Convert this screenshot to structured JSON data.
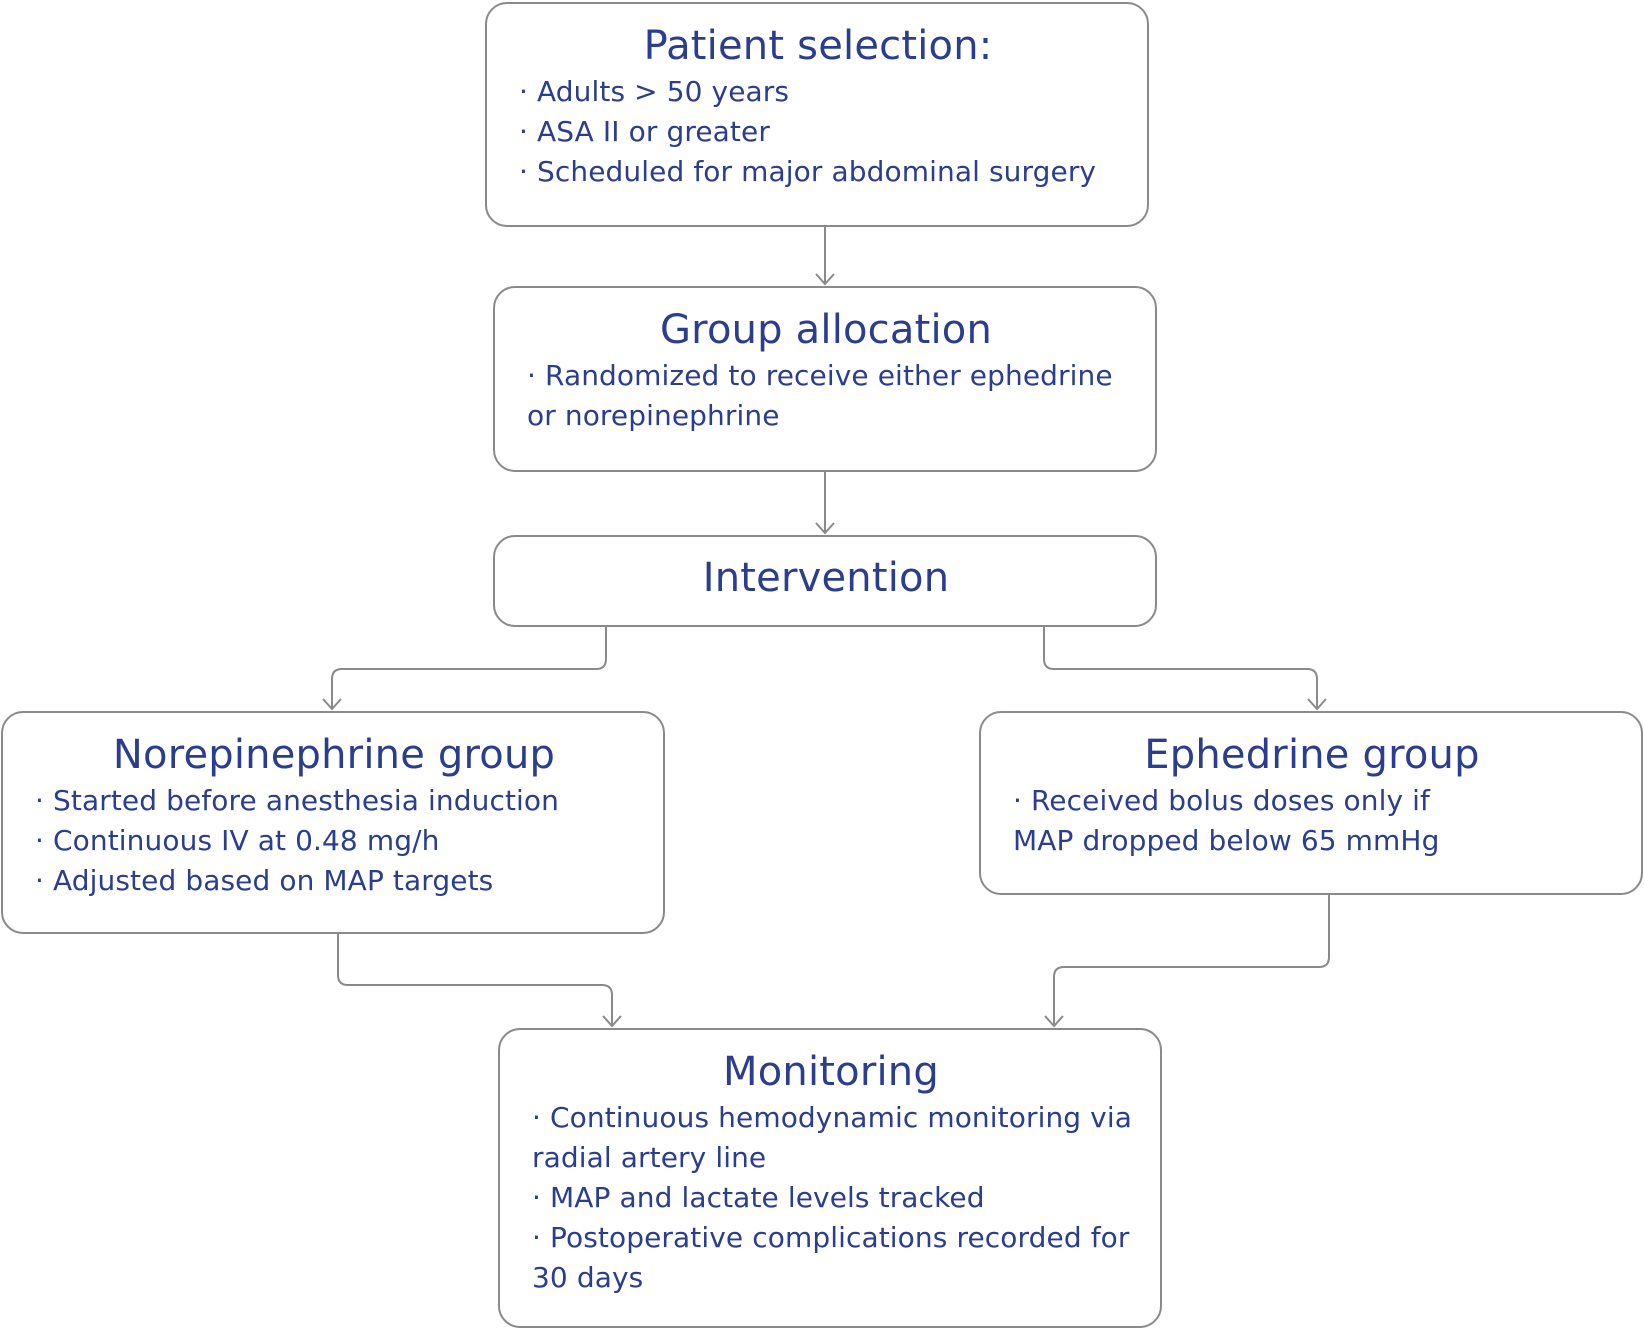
{
  "colors": {
    "text": "#2b3d8f",
    "border": "#8a8a8a",
    "connector": "#8a8a8a",
    "background": "#ffffff"
  },
  "patient_selection": {
    "title": "Patient selection:",
    "lines": [
      "· Adults > 50 years",
      "· ASA II or greater",
      "· Scheduled for major abdominal surgery"
    ]
  },
  "group_allocation": {
    "title": "Group allocation",
    "lines": [
      "· Randomized to receive either ephedrine",
      "or norepinephrine"
    ]
  },
  "intervention": {
    "title": "Intervention"
  },
  "norepinephrine_group": {
    "title": "Norepinephrine group",
    "lines": [
      "· Started before anesthesia induction",
      "· Continuous IV at 0.48 mg/h",
      "· Adjusted based on MAP targets"
    ]
  },
  "ephedrine_group": {
    "title": "Ephedrine group",
    "lines": [
      "· Received bolus doses only if",
      "MAP dropped below 65 mmHg"
    ]
  },
  "monitoring": {
    "title": "Monitoring",
    "lines": [
      "· Continuous hemodynamic monitoring via",
      "radial artery line",
      "· MAP and lactate levels tracked",
      "· Postoperative complications recorded for",
      "30 days"
    ]
  }
}
